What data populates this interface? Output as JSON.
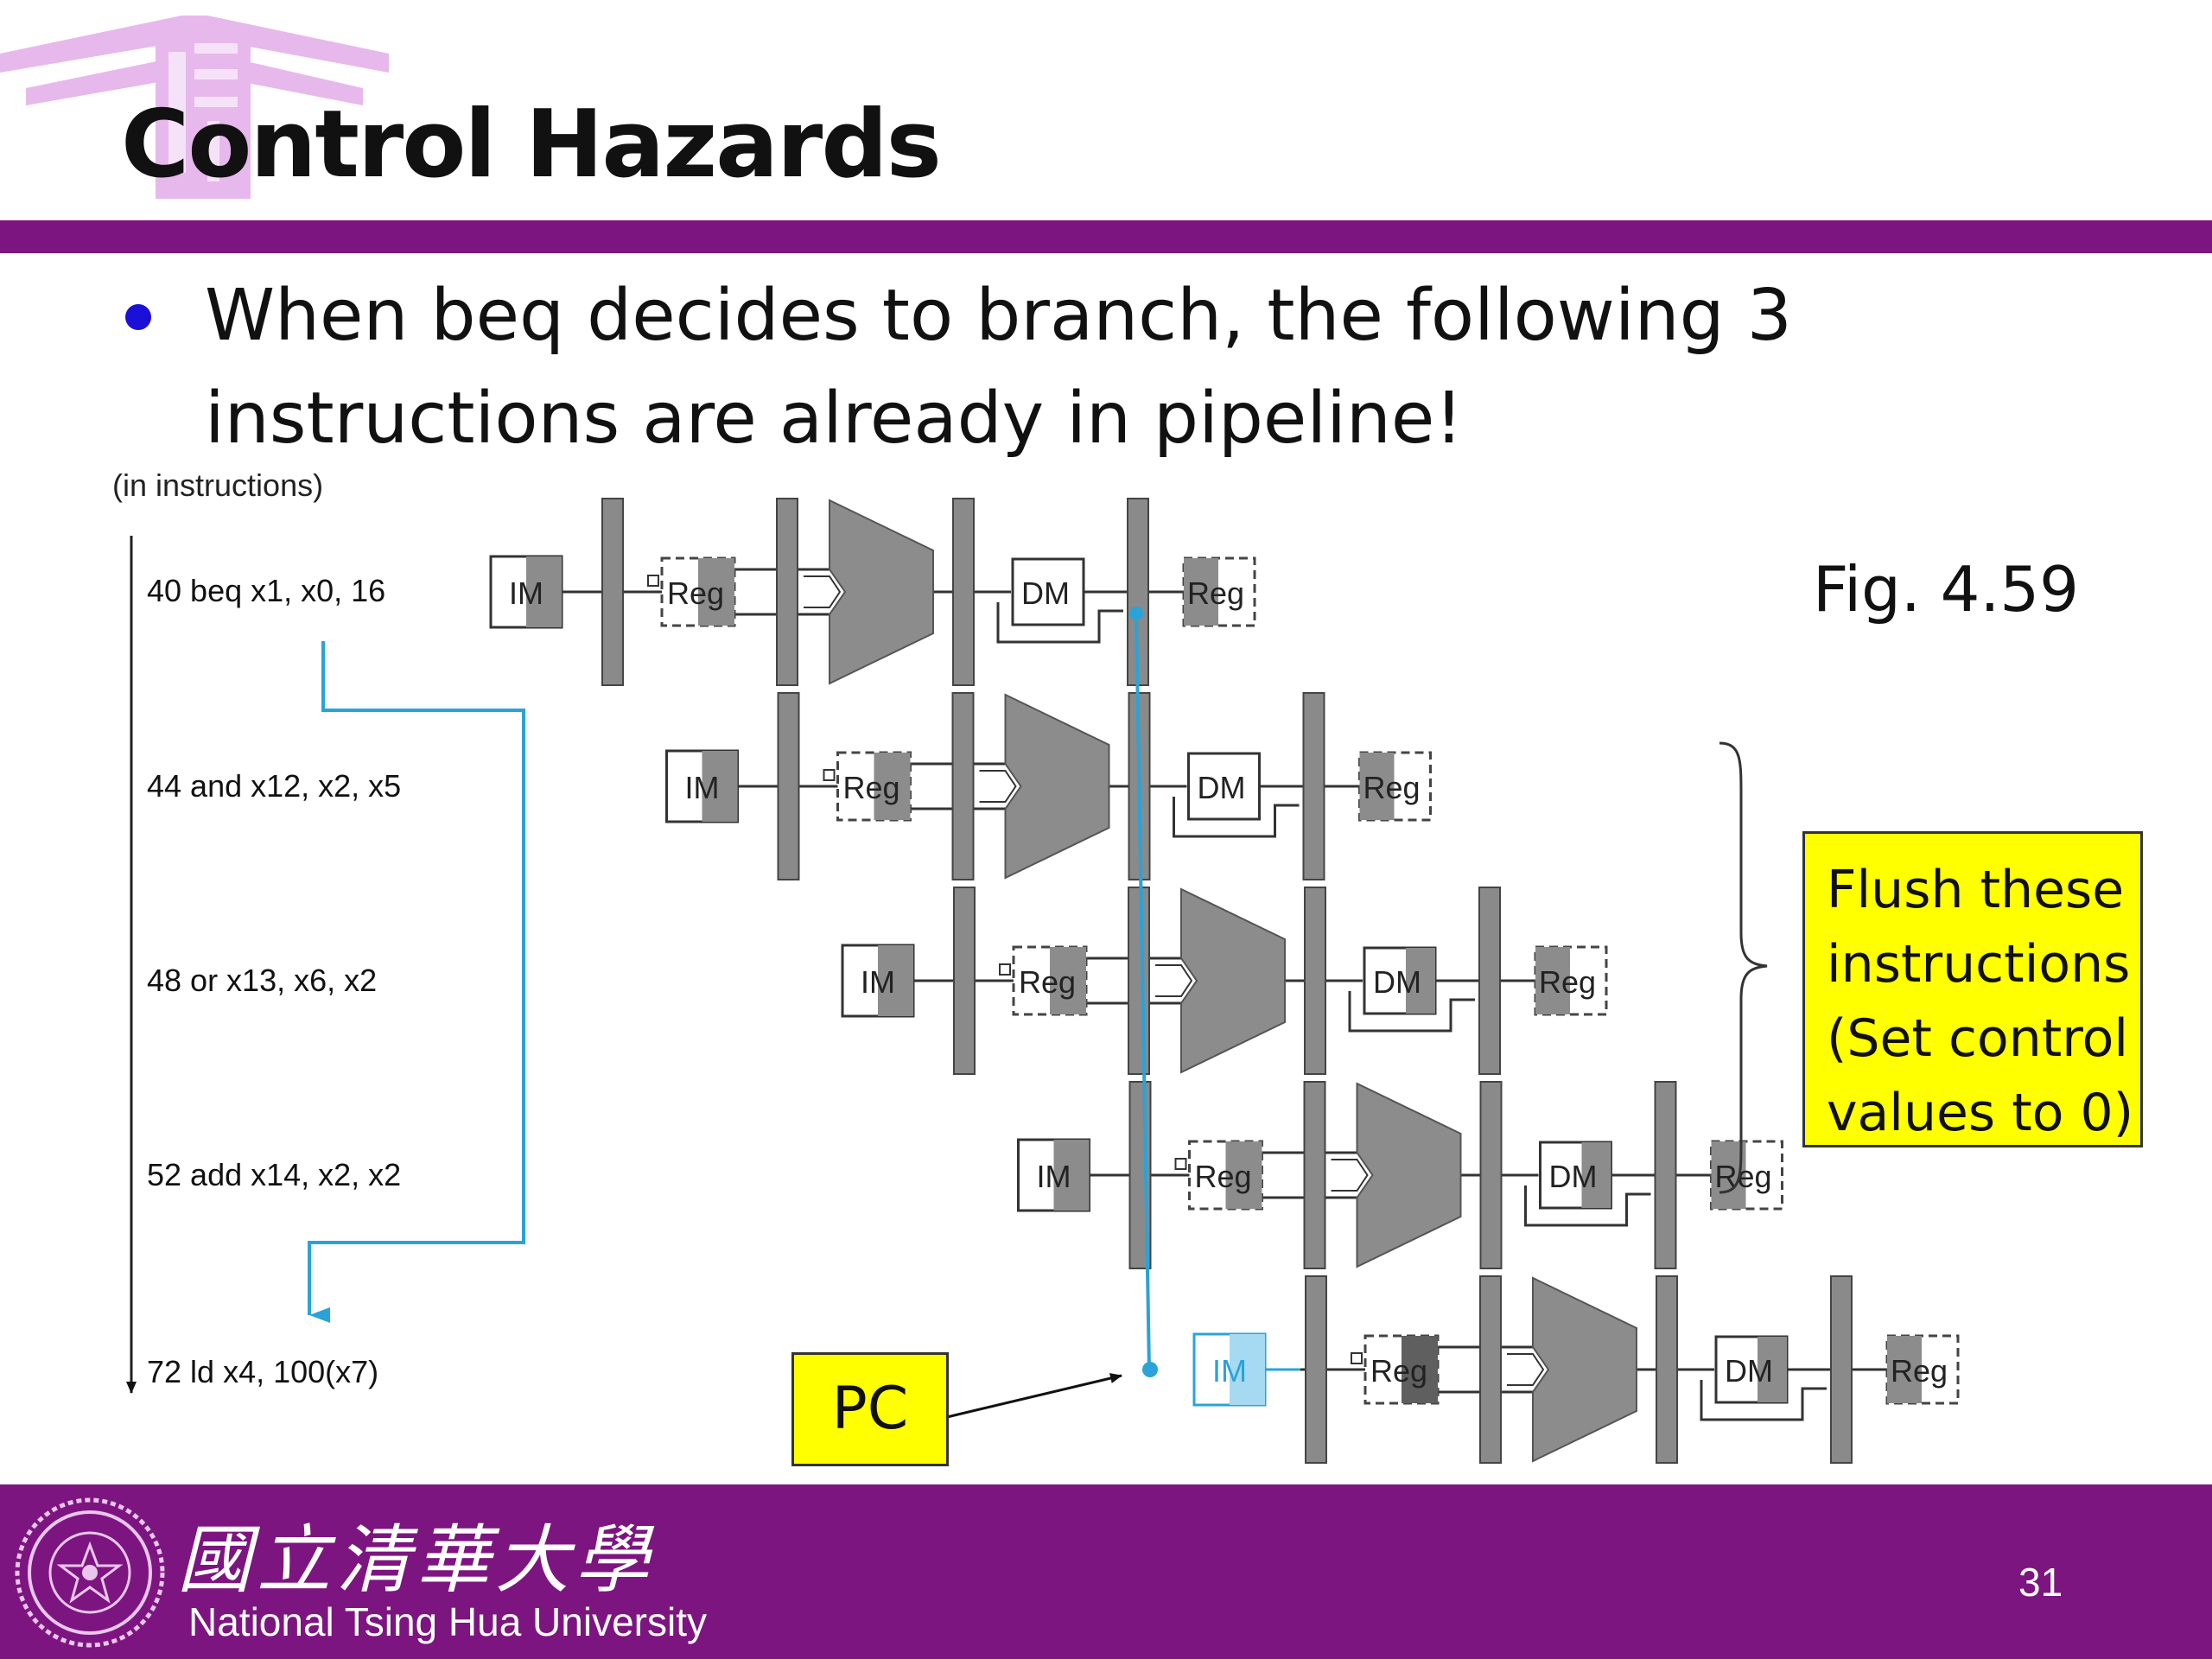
{
  "slide": {
    "title": "Control Hazards",
    "bullet": {
      "line1": "When beq decides to branch, the following 3",
      "line2": "instructions are already in pipeline!"
    },
    "figure_label": "Fig. 4.59",
    "flush_note": [
      "Flush these",
      "instructions",
      "(Set control",
      "values to 0)"
    ],
    "pc_label": "PC",
    "page_number": "31"
  },
  "diagram": {
    "axis_label": "(in instructions)",
    "instructions": [
      "40 beq x1, x0, 16",
      "44 and x12, x2, x5",
      "48 or x13, x6, x2",
      "52 add x14, x2, x2",
      "72 ld x4, 100(x7)"
    ],
    "stage_labels": {
      "im": "IM",
      "reg": "Reg",
      "dm": "DM"
    },
    "colors": {
      "branch_path": "#29a3d8",
      "unit_gray": "#8c8c8c",
      "pipe_reg": "#8a8a8a",
      "highlight": "#ffff00"
    }
  },
  "footer": {
    "university_cn": "國立清華大學",
    "university_en": "National Tsing Hua University",
    "colors": {
      "purple": "#7d1580"
    }
  }
}
